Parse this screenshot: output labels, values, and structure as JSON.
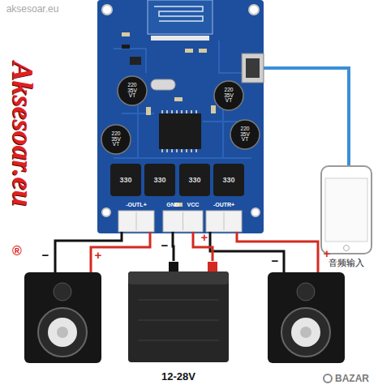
{
  "diagram": {
    "nodes": [
      {
        "text": [
          "-OUTL+"
        ]
      },
      {
        "text": [
          "GND"
        ]
      },
      {
        "text": [
          "VCC"
        ]
      },
      {
        "text": [
          "-OUTR+"
        ]
      },
      {
        "text": [
          "音频输入"
        ]
      },
      {
        "text": [
          "12-28V"
        ]
      }
    ],
    "edges": [
      {
        "from": 1,
        "to": 5,
        "arrow": "none"
      },
      {
        "from": 2,
        "to": 5,
        "arrow": "none"
      }
    ],
    "labels": [
      "aksesoar.eu",
      "Aksesoar.eu",
      "®",
      "220 35V VT",
      "220 35V VT",
      "220 35V VT",
      "220 35V VT",
      "330",
      "330",
      "330",
      "330",
      "−",
      "+",
      "−",
      "+",
      "−",
      "+",
      "BAZAR"
    ]
  }
}
